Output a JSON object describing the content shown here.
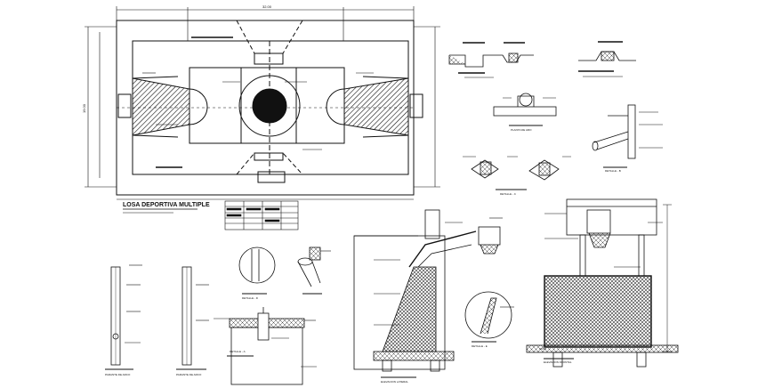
{
  "sheet": {
    "title": "LOSA DEPORTIVA MULTIPLE",
    "background": "#ffffff",
    "line_color": "#111111"
  },
  "court": {
    "dims": {
      "top": "32.00",
      "left": "19.00"
    }
  },
  "view_labels": {
    "planta_aro": "PLANTA DE ARO",
    "detalle_rejilla": "DETALLE - A",
    "detalle_b": "DETALLE - B",
    "detalle_c": "DETALLE - C",
    "detalle_d": "DETALLE - D",
    "detalle_e": "DETALLE - E",
    "parante": "PARANTE DE ARCO",
    "parante_2": "PARANTE DE ARCO",
    "elev_lateral": "ELEVACION LATERAL",
    "elev_frontal": "ELEVACION FRONTAL"
  }
}
